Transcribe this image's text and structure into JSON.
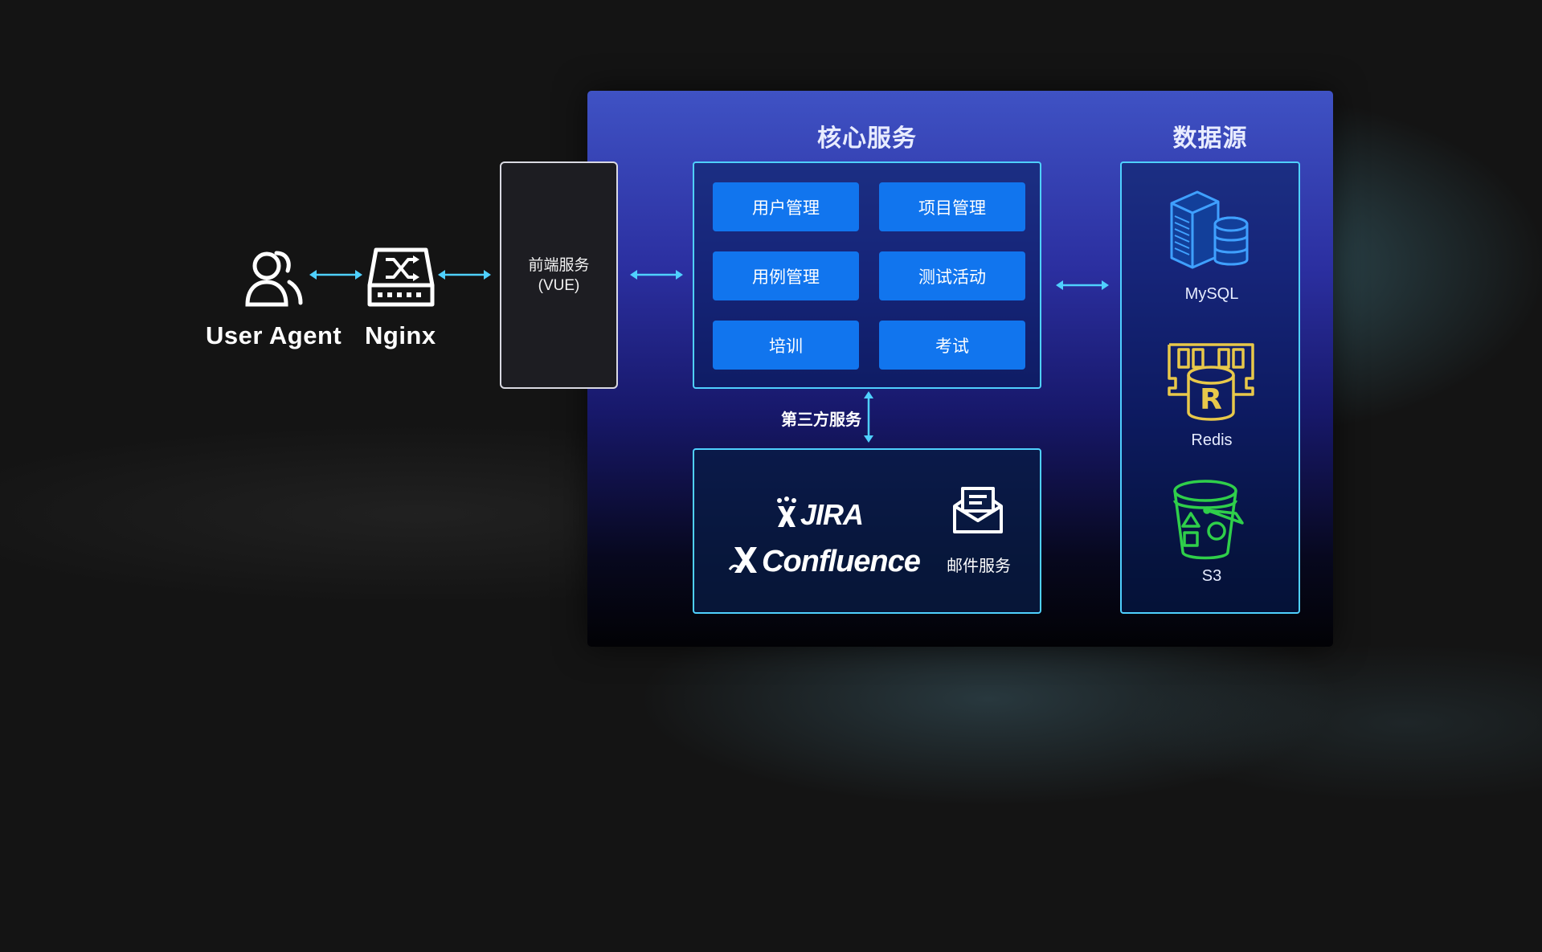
{
  "client": {
    "user_agent_label": "User Agent",
    "nginx_label": "Nginx"
  },
  "frontend": {
    "line1": "前端服务",
    "line2": "(VUE)"
  },
  "core": {
    "title": "核心服务",
    "services": [
      "用户管理",
      "项目管理",
      "用例管理",
      "测试活动",
      "培训",
      "考试"
    ]
  },
  "third_party": {
    "label": "第三方服务",
    "jira_label": "JIRA",
    "confluence_label": "Confluence",
    "mail_label": "邮件服务"
  },
  "datasource": {
    "title": "数据源",
    "items": [
      {
        "label": "MySQL",
        "icon": "mysql-server-icon"
      },
      {
        "label": "Redis",
        "icon": "redis-icon"
      },
      {
        "label": "S3",
        "icon": "s3-bucket-icon"
      }
    ]
  },
  "colors": {
    "arrow": "#4fd0ff",
    "service_button": "#1175ee",
    "frame_border": "#4fd0ff",
    "redis_icon": "#e8c84a",
    "s3_icon": "#2fcf4a",
    "mysql_icon": "#3fa0ff"
  }
}
